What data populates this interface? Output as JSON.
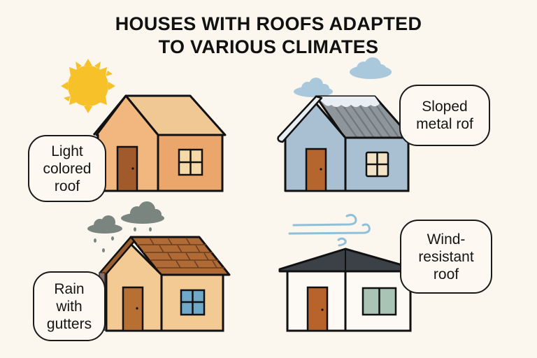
{
  "title": {
    "line1": "HOUSES WITH ROOFS ADAPTED",
    "line2": "TO VARIOUS CLIMATES"
  },
  "panels": [
    {
      "id": "sunny",
      "climate_icon": "sun-icon",
      "label_lines": [
        "Light",
        "colored",
        "roof"
      ],
      "colors": {
        "roof": "#f0c893",
        "front": "#f2b77e",
        "side": "#eaa66b",
        "door": "#a05a2c",
        "window": "#f6d9a8"
      }
    },
    {
      "id": "snowy",
      "climate_icon": "cloud-icon",
      "label_lines": [
        "Sloped",
        "metal rof"
      ],
      "colors": {
        "roof": "#8e959b",
        "snow": "#e8eef2",
        "walls": "#a9c0d3",
        "door": "#b5662e",
        "window": "#f2e2c6",
        "cloud": "#a9c8dc"
      }
    },
    {
      "id": "rainy",
      "climate_icon": "rain-cloud-icon",
      "label_lines": [
        "Rain",
        "with",
        "gutters"
      ],
      "colors": {
        "roof": "#b06a36",
        "walls": "#f3c994",
        "door": "#b86f33",
        "window": "#6fa8c8",
        "cloud": "#7a8580",
        "gutter": "#8a6e68"
      }
    },
    {
      "id": "windy",
      "climate_icon": "wind-icon",
      "label_lines": [
        "Wind-",
        "resistant",
        "roof"
      ],
      "colors": {
        "roof": "#3b4146",
        "walls": "#fdfaf5",
        "door": "#b8632c",
        "window": "#a9c4b4",
        "wind": "#8fc0d8"
      }
    }
  ]
}
